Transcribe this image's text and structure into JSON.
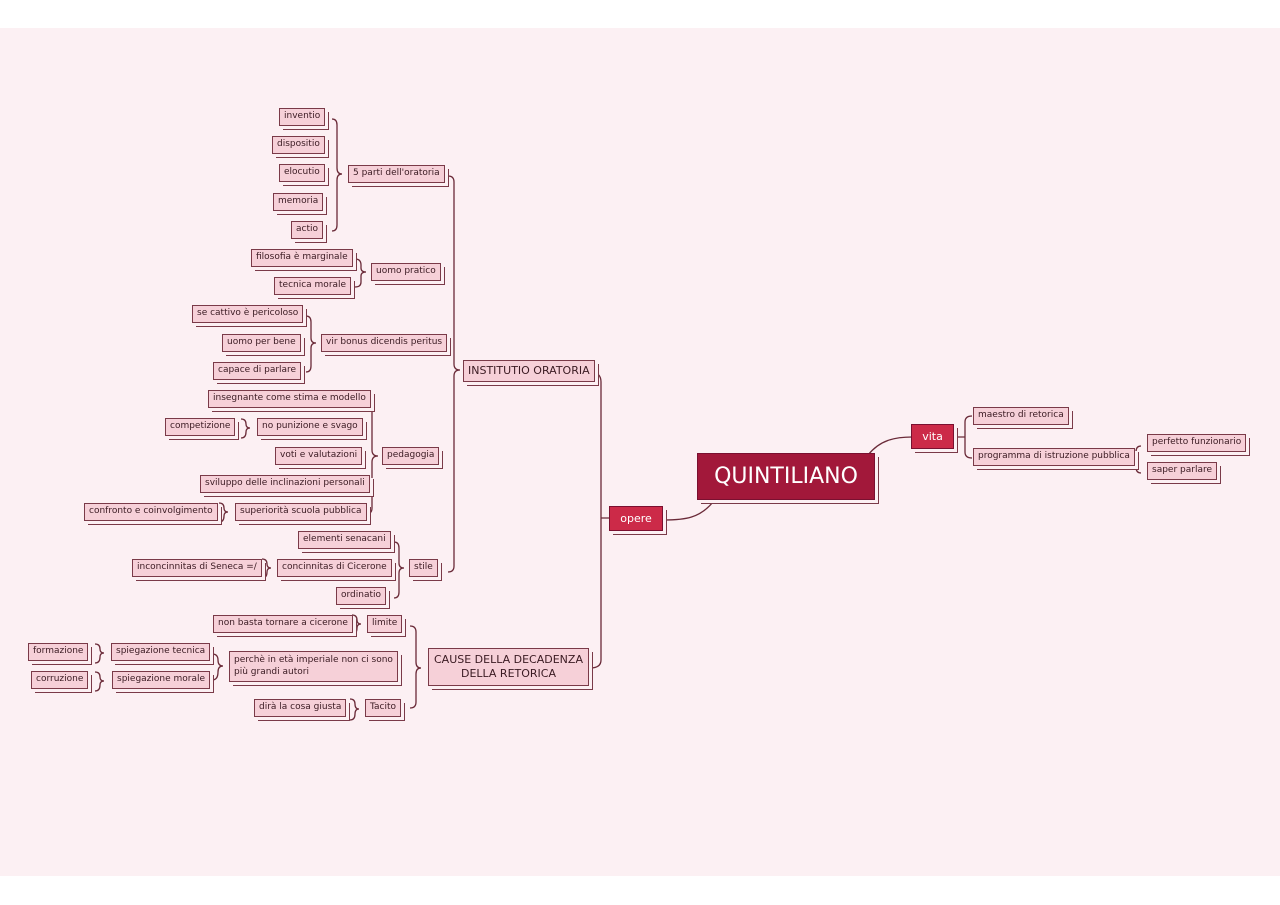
{
  "colors": {
    "background": "#fcf0f3",
    "node_fill": "#f6d0d8",
    "node_border": "#7a3a48",
    "main_fill": "#a2183a",
    "branch_fill": "#cc2a48",
    "connector": "#6a2a38"
  },
  "map": {
    "root": "QUINTILIANO",
    "branch_opere": "opere",
    "branch_vita": "vita",
    "vita": {
      "maestro": "maestro di retorica",
      "programma": "programma di istruzione pubblica",
      "perfetto": "perfetto funzionario",
      "saper_parlare": "saper parlare"
    },
    "institutio": {
      "title": "INSTITUTIO ORATORIA",
      "parti": {
        "title": "5 parti dell'oratoria",
        "items": [
          "inventio",
          "dispositio",
          "elocutio",
          "memoria",
          "actio"
        ]
      },
      "uomo_pratico": {
        "title": "uomo pratico",
        "items": [
          "filosofia è marginale",
          "tecnica morale"
        ]
      },
      "vir_bonus": {
        "title": "vir bonus dicendis peritus",
        "items": [
          "se cattivo è pericoloso",
          "uomo per bene",
          "capace di parlare"
        ]
      },
      "pedagogia": {
        "title": "pedagogia",
        "insegnante": "insegnante come stima e modello",
        "no_punizione": "no punizione e svago",
        "competizione": "competizione",
        "voti": "voti e valutazioni",
        "sviluppo": "sviluppo delle inclinazioni personali",
        "superiorita": "superiorità scuola pubblica",
        "confronto": "confronto e coinvolgimento"
      },
      "stile": {
        "title": "stile",
        "senacani": "elementi senacani",
        "cicerone": "concinnitas di Cicerone",
        "seneca": "inconcinnitas di Seneca =/",
        "ordinatio": "ordinatio"
      }
    },
    "cause": {
      "title": "CAUSE DELLA DECADENZA DELLA RETORICA",
      "limite": "limite",
      "non_basta": "non basta tornare a cicerone",
      "perche": "perchè in età imperiale non ci sono più grandi autori",
      "tecnica": "spiegazione tecnica",
      "morale": "spiegazione morale",
      "formazione": "formazione",
      "corruzione": "corruzione",
      "tacito": "Tacito",
      "dira": "dirà la cosa giusta"
    }
  }
}
